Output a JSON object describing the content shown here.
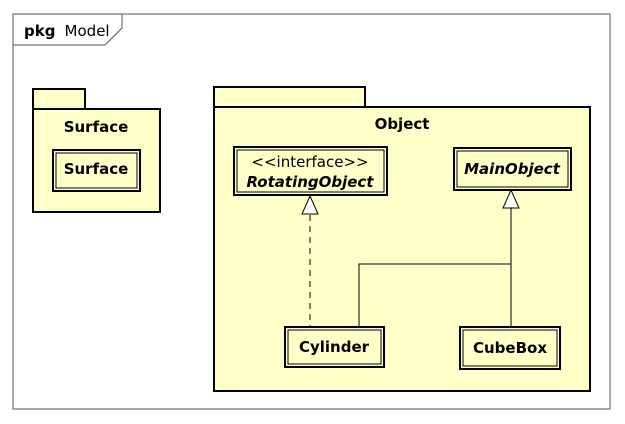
{
  "frame": {
    "keyword": "pkg",
    "name": "Model"
  },
  "packages": {
    "surface": {
      "name": "Surface",
      "classes": {
        "surface": {
          "name": "Surface"
        }
      }
    },
    "object": {
      "name": "Object",
      "classes": {
        "rotating_object": {
          "stereotype": "<<interface>>",
          "name": "RotatingObject"
        },
        "main_object": {
          "name": "MainObject"
        },
        "cylinder": {
          "name": "Cylinder"
        },
        "cube_box": {
          "name": "CubeBox"
        }
      }
    }
  },
  "relationships": [
    {
      "type": "realization",
      "from": "Cylinder",
      "to": "RotatingObject"
    },
    {
      "type": "generalization",
      "from": "Cylinder",
      "to": "MainObject"
    },
    {
      "type": "generalization",
      "from": "CubeBox",
      "to": "MainObject"
    }
  ],
  "colors": {
    "element_fill": "#ffffc8",
    "stroke": "#000000",
    "background": "#ffffff"
  }
}
